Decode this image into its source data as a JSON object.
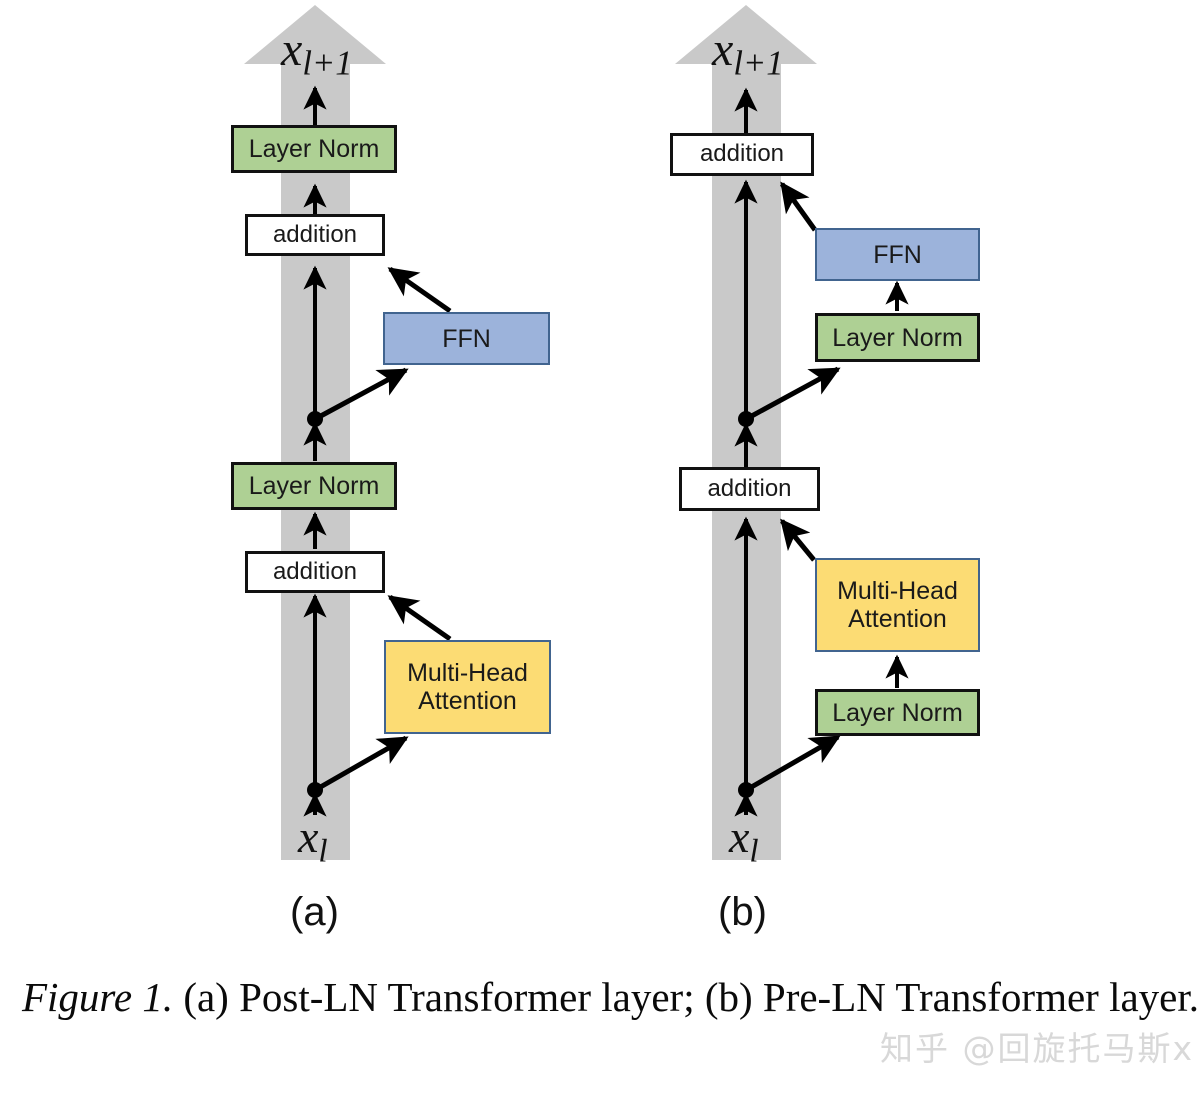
{
  "figure": {
    "caption_label": "Figure 1.",
    "caption_text": " (a) Post-LN Transformer layer; (b) Pre-LN Transformer layer.",
    "watermark": "知乎 @回旋托马斯x"
  },
  "colors": {
    "background": "#ffffff",
    "residual_stream": "#c9c9c9",
    "layer_norm_fill": "#aed094",
    "layer_norm_border": "#111111",
    "addition_fill": "#ffffff",
    "addition_border": "#111111",
    "ffn_fill": "#9cb3db",
    "ffn_border": "#41648f",
    "attention_fill": "#fcdc74",
    "attention_border": "#41648f",
    "arrow": "#000000",
    "caption_text": "#0a0a0a",
    "watermark": "#d8d8d8"
  },
  "panels": [
    {
      "id": "a",
      "label": "(a)",
      "name": "Post-LN Transformer layer",
      "input_label": "x",
      "input_sub": "l",
      "output_label": "x",
      "output_sub": "l+1",
      "blocks": [
        {
          "id": "a-layer-norm-top",
          "label": "Layer Norm",
          "type": "layer-norm"
        },
        {
          "id": "a-addition-top",
          "label": "addition",
          "type": "addition"
        },
        {
          "id": "a-ffn",
          "label": "FFN",
          "type": "ffn"
        },
        {
          "id": "a-layer-norm-mid",
          "label": "Layer Norm",
          "type": "layer-norm"
        },
        {
          "id": "a-addition-bottom",
          "label": "addition",
          "type": "addition"
        },
        {
          "id": "a-attention",
          "label": "Multi-Head\nAttention",
          "type": "attention"
        }
      ]
    },
    {
      "id": "b",
      "label": "(b)",
      "name": "Pre-LN Transformer layer",
      "input_label": "x",
      "input_sub": "l",
      "output_label": "x",
      "output_sub": "l+1",
      "blocks": [
        {
          "id": "b-addition-top",
          "label": "addition",
          "type": "addition"
        },
        {
          "id": "b-ffn",
          "label": "FFN",
          "type": "ffn"
        },
        {
          "id": "b-layer-norm-mid",
          "label": "Layer Norm",
          "type": "layer-norm"
        },
        {
          "id": "b-addition-bottom",
          "label": "addition",
          "type": "addition"
        },
        {
          "id": "b-attention",
          "label": "Multi-Head\nAttention",
          "type": "attention"
        },
        {
          "id": "b-layer-norm-bottom",
          "label": "Layer Norm",
          "type": "layer-norm"
        }
      ]
    }
  ]
}
